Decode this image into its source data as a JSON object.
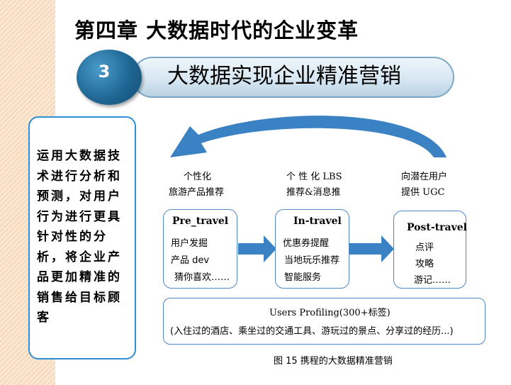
{
  "slide": {
    "chapter_title": "第四章 大数据时代的企业变革",
    "section_number": "3",
    "section_title": "大数据实现企业精准营销",
    "side_text": "运用大数据技术进行分析和预测，对用户行为进行更具针对性的分析，将企业产品更加精准的销售给目标顾客"
  },
  "figure": {
    "top_labels": [
      {
        "line1": "个性化",
        "line2": "旅游产品推荐"
      },
      {
        "line1": "个 性 化  LBS",
        "line2": "推荐&消息推"
      },
      {
        "line1": "向潜在用户",
        "line2": "提供 UGC"
      }
    ],
    "stages": [
      {
        "title": "Pre_travel",
        "items": [
          "用户发掘",
          "产品 dev",
          "猜你喜欢……"
        ]
      },
      {
        "title": "In-travel",
        "items": [
          "优惠券提醒",
          "当地玩乐推荐",
          "智能服务"
        ]
      },
      {
        "title": "Post-travel",
        "items": [
          "点评",
          "攻略",
          "游记……"
        ]
      }
    ],
    "profiling": {
      "title": "Users  Profiling(300+标签)",
      "detail": "(入住过的酒店、乘坐过的交通工具、游玩过的景点、分享过的经历...)"
    },
    "caption": "图 15   携程的大数据精准营销",
    "colors": {
      "accent": "#3b82c4",
      "box_border": "#4f86c6",
      "side_border": "#2f8fd4"
    }
  }
}
